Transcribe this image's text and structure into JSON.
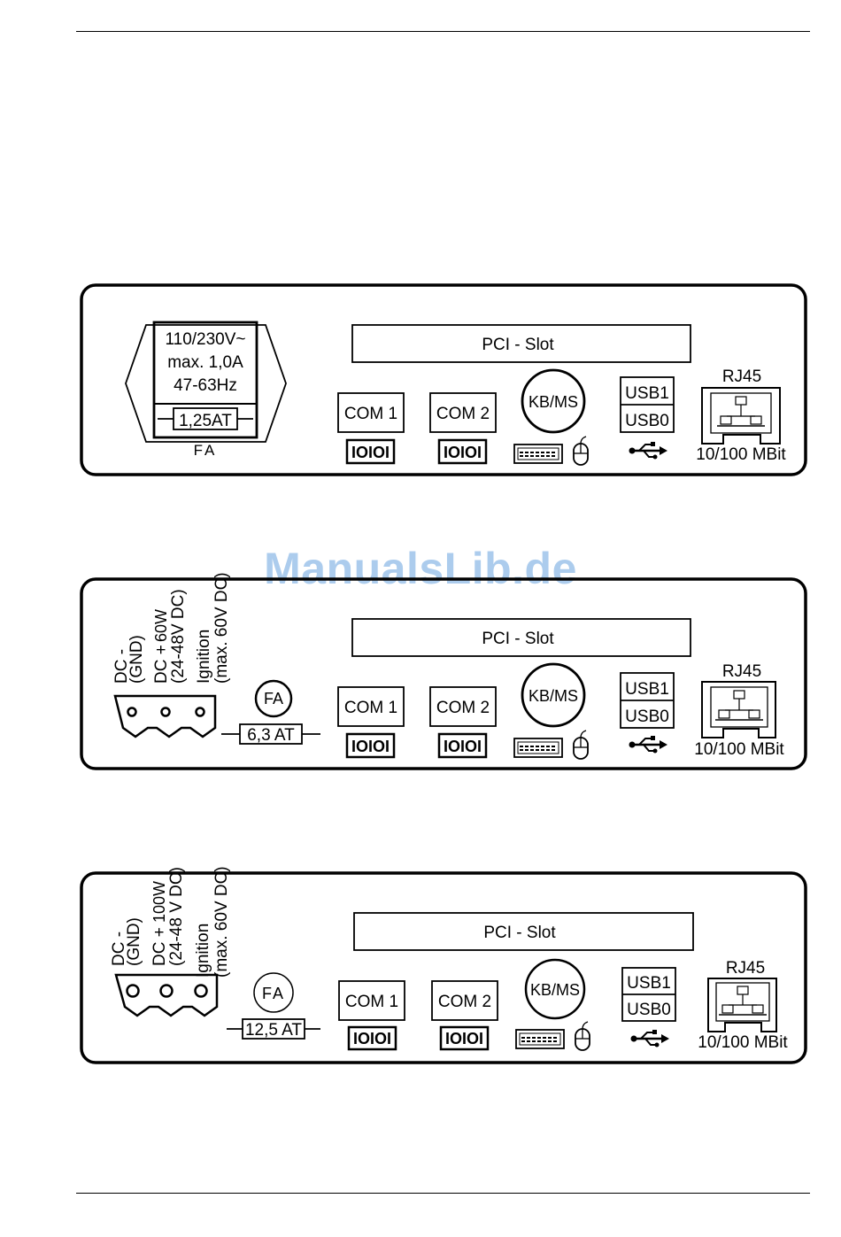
{
  "watermark": "ManualsLib.de",
  "panels": [
    {
      "pci_slot": "PCI - Slot",
      "com1": "COM 1",
      "com2": "COM 2",
      "kbms": "KB/MS",
      "usb1": "USB1",
      "usb0": "USB0",
      "rj45": "RJ45",
      "lan_speed": "10/100 MBit",
      "ac_voltage": "110/230V~",
      "ac_current": "max. 1,0A",
      "ac_freq": "47-63Hz",
      "fuse": "1,25AT",
      "fuse_label": "FA"
    },
    {
      "pci_slot": "PCI - Slot",
      "com1": "COM 1",
      "com2": "COM 2",
      "kbms": "KB/MS",
      "usb1": "USB1",
      "usb0": "USB0",
      "rj45": "RJ45",
      "lan_speed": "10/100 MBit",
      "dc_minus": "DC -",
      "dc_minus_sub": "(GND)",
      "dc_plus": "DC +",
      "dc_power": "60W",
      "dc_range": "(24-48V DC)",
      "ignition": "Ignition",
      "ignition_max": "(max. 60V DC)",
      "fuse": "6,3 AT",
      "fuse_label": "FA"
    },
    {
      "pci_slot": "PCI - Slot",
      "com1": "COM 1",
      "com2": "COM 2",
      "kbms": "KB/MS",
      "usb1": "USB1",
      "usb0": "USB0",
      "rj45": "RJ45",
      "lan_speed": "10/100 MBit",
      "dc_minus": "DC -",
      "dc_minus_sub": "(GND)",
      "dc_plus": "DC +",
      "dc_power": "100W",
      "dc_range": "(24-48 V DC)",
      "ignition": "Ignition",
      "ignition_max": "(max. 60V DC)",
      "fuse": "12,5 AT",
      "fuse_label": "FA"
    }
  ]
}
